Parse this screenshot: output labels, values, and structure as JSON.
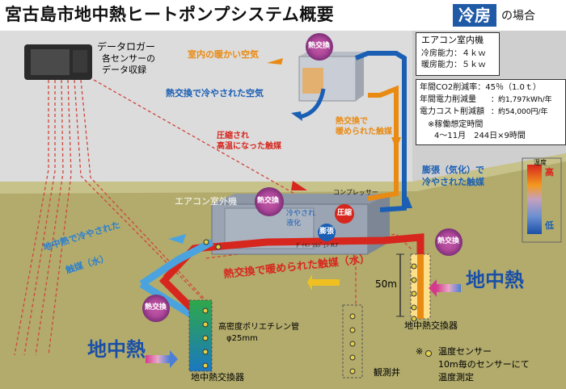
{
  "title": "宮古島市地中熱ヒートポンプシステム概要",
  "mode": {
    "label": "冷房",
    "suffix": "の場合"
  },
  "logger": {
    "line1": "データロガー",
    "line2": "各センサーの",
    "line3": "データ収録"
  },
  "indoor_unit": {
    "badge": "熱交換",
    "warm_air": "室内の暖かい空気",
    "cooled_air": "熱交換で冷やされた空気",
    "warmed_refrigerant_1": "熱交換で",
    "warmed_refrigerant_2": "暖められた触媒"
  },
  "aircon_spec": {
    "heading": "エアコン室内機",
    "cooling": "冷房能力：４ｋｗ",
    "heating": "暖房能力：５ｋｗ"
  },
  "stats": {
    "co2": "年間CO2削減率：45％（1.0ｔ）",
    "power_label": "年間電力削減量",
    "power_value": "：約1,797kWh/年",
    "cost_label": "電力コスト削減額",
    "cost_value": "：約54,000円/年",
    "note1": "※稼働想定時間",
    "note2": "4～11月　244日×9時間"
  },
  "outdoor_unit": {
    "label": "エアコン室外機",
    "badge": "熱交換",
    "compressed_1": "圧縮され",
    "compressed_2": "高温になった触媒",
    "compressor": "コンプレッサー",
    "compress_badge": "圧縮",
    "expand_badge": "膨張",
    "liquefy_1": "冷やされ",
    "liquefy_2": "液化",
    "nameplate": "ﾀﾞｲｷﾝ ｿﾙｼﾞｪﾝ R7"
  },
  "expansion": {
    "line1": "膨張（気化）で",
    "line2": "冷やされた触媒"
  },
  "legend": {
    "title": "温度",
    "high": "高",
    "low": "低",
    "high_color": "#d7261d",
    "low_color": "#1a5fb4"
  },
  "ground": {
    "cooled_water_1": "地中熱で冷やされた",
    "cooled_water_2": "触媒（水）",
    "warmed_water": "熱交換で暖められた触媒（水）",
    "depth": "50m",
    "hex_right": "地中熱交換器",
    "hex_left": "地中熱交換器",
    "pipe_1": "高密度ポリエチレン管",
    "pipe_2": "φ25mm",
    "observation": "観測井",
    "geothermal_right": "地中熱",
    "geothermal_left": "地中熱",
    "badge_right": "熱交換",
    "badge_left": "熱交換"
  },
  "sensor_note": {
    "mark": "※",
    "line1": "温度センサー",
    "line2": "10m毎のセンサーにて",
    "line3": "温度測定"
  },
  "colors": {
    "warm": "#e98a12",
    "hot": "#d7261d",
    "cool": "#1a5fb4",
    "cold": "#4aa3df",
    "ground": "#b2ab6c",
    "wall": "#d3d3d3"
  }
}
